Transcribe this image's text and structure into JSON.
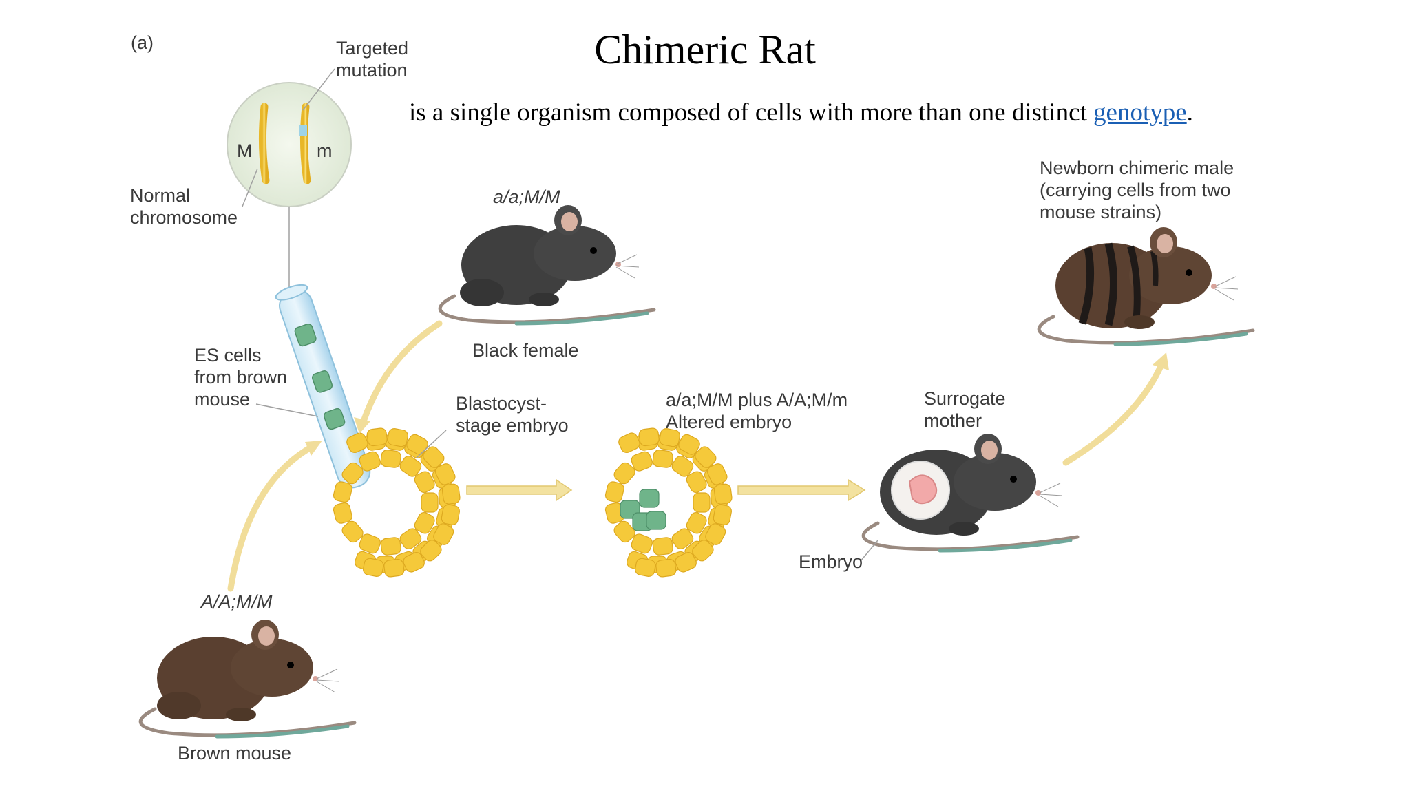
{
  "slide": {
    "title": "Chimeric Rat",
    "subtitle_text": "is a single organism composed of cells with more than one distinct ",
    "subtitle_link": "genotype",
    "subtitle_end": "."
  },
  "diagram": {
    "panel_label": "(a)",
    "targeted_mutation": [
      "Targeted",
      "mutation"
    ],
    "chrom_M": "M",
    "chrom_m": "m",
    "normal_chromosome": [
      "Normal",
      "chromosome"
    ],
    "es_cells": [
      "ES cells",
      "from brown",
      "mouse"
    ],
    "black_female_genotype": "a/a;M/M",
    "black_female": "Black female",
    "blastocyst": [
      "Blastocyst-",
      "stage embryo"
    ],
    "altered_genotype": "a/a;M/M plus A/A;M/m",
    "altered_embryo": "Altered embryo",
    "surrogate": [
      "Surrogate",
      "mother"
    ],
    "embryo": "Embryo",
    "newborn": [
      "Newborn chimeric male",
      "(carrying cells from two",
      "mouse strains)"
    ],
    "brown_genotype": "A/A;M/M",
    "brown_mouse": "Brown mouse"
  },
  "colors": {
    "brown_mouse": "#5a4030",
    "black_mouse": "#3f3f3f",
    "yellow_cell": "#f5c93a",
    "green_cell": "#6fb48a",
    "arrow": "#f3e2a0",
    "link": "#1a5fb4"
  }
}
